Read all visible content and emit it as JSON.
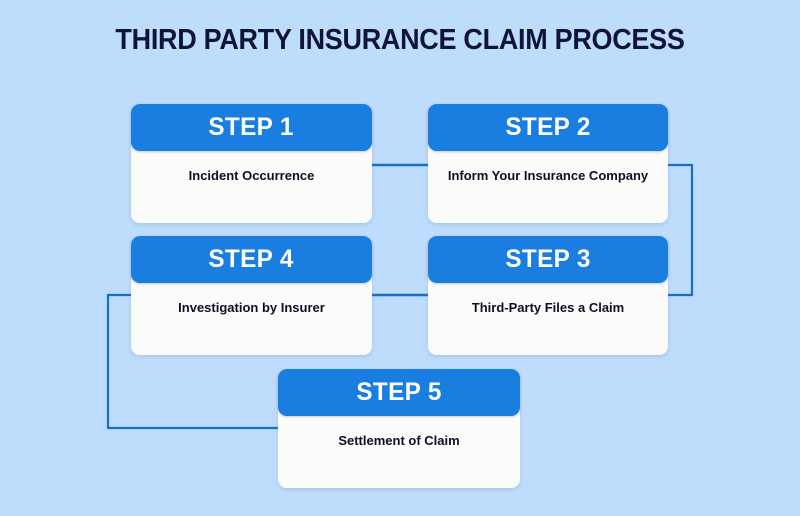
{
  "page": {
    "title": "THIRD PARTY INSURANCE CLAIM PROCESS",
    "background_color": "#bedcfb",
    "accent_color": "#1a7de0",
    "card_color": "#fbfbf9",
    "title_color": "#10143a",
    "connector_color": "#1a6fc4"
  },
  "steps": [
    {
      "id": "step-1",
      "header": "STEP 1",
      "body": "Incident Occurrence"
    },
    {
      "id": "step-2",
      "header": "STEP 2",
      "body": "Inform Your Insurance Company"
    },
    {
      "id": "step-3",
      "header": "STEP 3",
      "body": "Third-Party Files a Claim"
    },
    {
      "id": "step-4",
      "header": "STEP 4",
      "body": "Investigation by Insurer"
    },
    {
      "id": "step-5",
      "header": "STEP 5",
      "body": "Settlement of Claim"
    }
  ],
  "connectors": [
    {
      "name": "connector-step1-to-step2",
      "from": "step-1",
      "to": "step-2"
    },
    {
      "name": "connector-step2-to-step3",
      "from": "step-2",
      "to": "step-3"
    },
    {
      "name": "connector-step3-to-step4",
      "from": "step-3",
      "to": "step-4"
    },
    {
      "name": "connector-step4-to-step5",
      "from": "step-4",
      "to": "step-5"
    }
  ]
}
